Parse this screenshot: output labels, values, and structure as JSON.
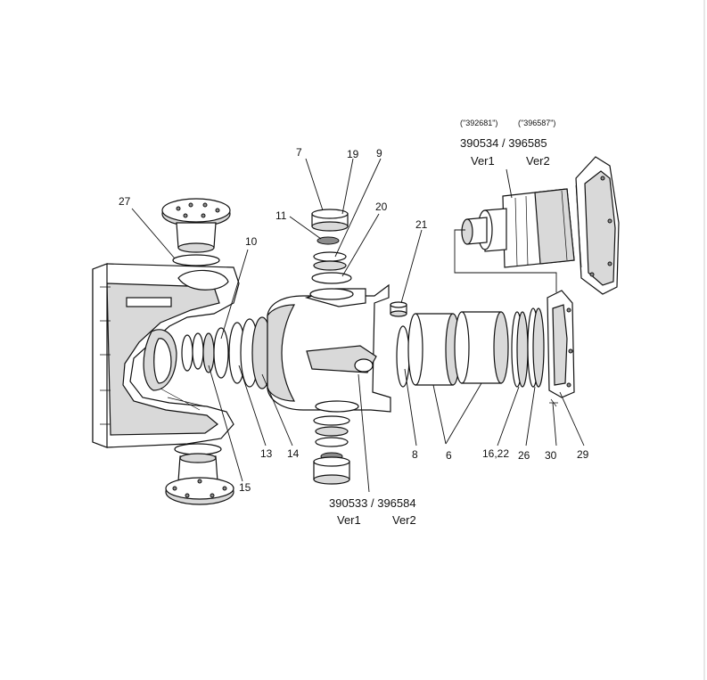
{
  "callouts": {
    "c7": "7",
    "c19": "19",
    "c9": "9",
    "c11": "11",
    "c20": "20",
    "c21": "21",
    "c27": "27",
    "c10": "10",
    "c13": "13",
    "c14": "14",
    "c15": "15",
    "c8": "8",
    "c6": "6",
    "c16_22": "16,22",
    "c26": "26",
    "c30": "30",
    "c29": "29"
  },
  "top_assembly": {
    "alt_a": "(\"392681\")",
    "alt_b": "(\"396587\")",
    "part_numbers": "390534 / 396585",
    "ver1": "Ver1",
    "ver2": "Ver2"
  },
  "bottom_assembly": {
    "part_numbers": "390533 / 396584",
    "ver1": "Ver1",
    "ver2": "Ver2"
  },
  "colors": {
    "line": "#111111",
    "shade": "#d9d9d9",
    "dark": "#8c8c8c"
  }
}
